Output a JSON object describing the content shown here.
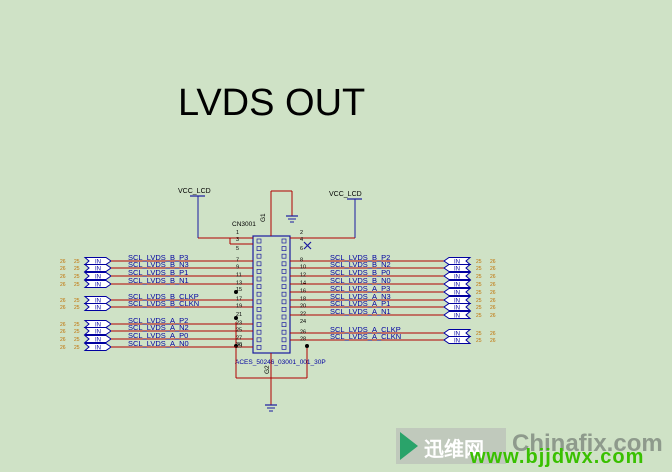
{
  "title": "LVDS OUT",
  "power_left": "VCC_LCD",
  "power_right": "VCC_LCD",
  "connector": {
    "ref": "CN3001",
    "part": "ACES_50246_03001_001_30P"
  },
  "ground_refs": [
    "G1",
    "G2"
  ],
  "port_label": "IN",
  "left_nets": [
    {
      "name": "SCL_LVDS_B_P3",
      "pin": "7",
      "pages": [
        "26",
        "25"
      ]
    },
    {
      "name": "SCL_LVDS_B_N3",
      "pin": "9",
      "pages": [
        "26",
        "25"
      ]
    },
    {
      "name": "SCL_LVDS_B_P1",
      "pin": "11",
      "pages": [
        "26",
        "25"
      ]
    },
    {
      "name": "SCL_LVDS_B_N1",
      "pin": "13",
      "pages": [
        "26",
        "25"
      ]
    },
    {
      "name": "SCL_LVDS_B_CLKP",
      "pin": "17",
      "pages": [
        "26",
        "25"
      ]
    },
    {
      "name": "SCL_LVDS_B_CLKN",
      "pin": "19",
      "pages": [
        "26",
        "25"
      ]
    },
    {
      "name": "SCL_LVDS_A_P2",
      "pin": "23",
      "pages": [
        "26",
        "25"
      ]
    },
    {
      "name": "SCL_LVDS_A_N2",
      "pin": "25",
      "pages": [
        "26",
        "25"
      ]
    },
    {
      "name": "SCL_LVDS_A_P0",
      "pin": "27",
      "pages": [
        "26",
        "25"
      ]
    },
    {
      "name": "SCL_LVDS_A_N0",
      "pin": "29",
      "pages": [
        "26",
        "25"
      ]
    }
  ],
  "right_nets": [
    {
      "name": "SCL_LVDS_B_P2",
      "pin": "8",
      "pages": [
        "25",
        "26"
      ]
    },
    {
      "name": "SCL_LVDS_B_N2",
      "pin": "10",
      "pages": [
        "25",
        "26"
      ]
    },
    {
      "name": "SCL_LVDS_B_P0",
      "pin": "12",
      "pages": [
        "25",
        "26"
      ]
    },
    {
      "name": "SCL_LVDS_B_N0",
      "pin": "14",
      "pages": [
        "25",
        "26"
      ]
    },
    {
      "name": "SCL_LVDS_A_P3",
      "pin": "16",
      "pages": [
        "25",
        "26"
      ]
    },
    {
      "name": "SCL_LVDS_A_N3",
      "pin": "18",
      "pages": [
        "25",
        "26"
      ]
    },
    {
      "name": "SCL_LVDS_A_P1",
      "pin": "20",
      "pages": [
        "25",
        "26"
      ]
    },
    {
      "name": "SCL_LVDS_A_N1",
      "pin": "22",
      "pages": [
        "25",
        "26"
      ]
    },
    {
      "name": "SCL_LVDS_A_CLKP",
      "pin": "26",
      "pages": [
        "25",
        "26"
      ]
    },
    {
      "name": "SCL_LVDS_A_CLKN",
      "pin": "28",
      "pages": [
        "25",
        "26"
      ]
    }
  ],
  "left_misc_pins": [
    "1",
    "3",
    "5",
    "15",
    "21",
    "30"
  ],
  "right_misc_pins": [
    "2",
    "4",
    "6",
    "24"
  ],
  "watermark": {
    "logo_text": "迅维网",
    "site": "Chinafix.com",
    "url": "www.bjjdwx.com"
  },
  "colors": {
    "background": "#cfe2c6",
    "wire": "#b00000",
    "component": "#1a1aa0",
    "port": "#0000a0",
    "page_ref": "#c07000",
    "label": "#0000a0"
  }
}
